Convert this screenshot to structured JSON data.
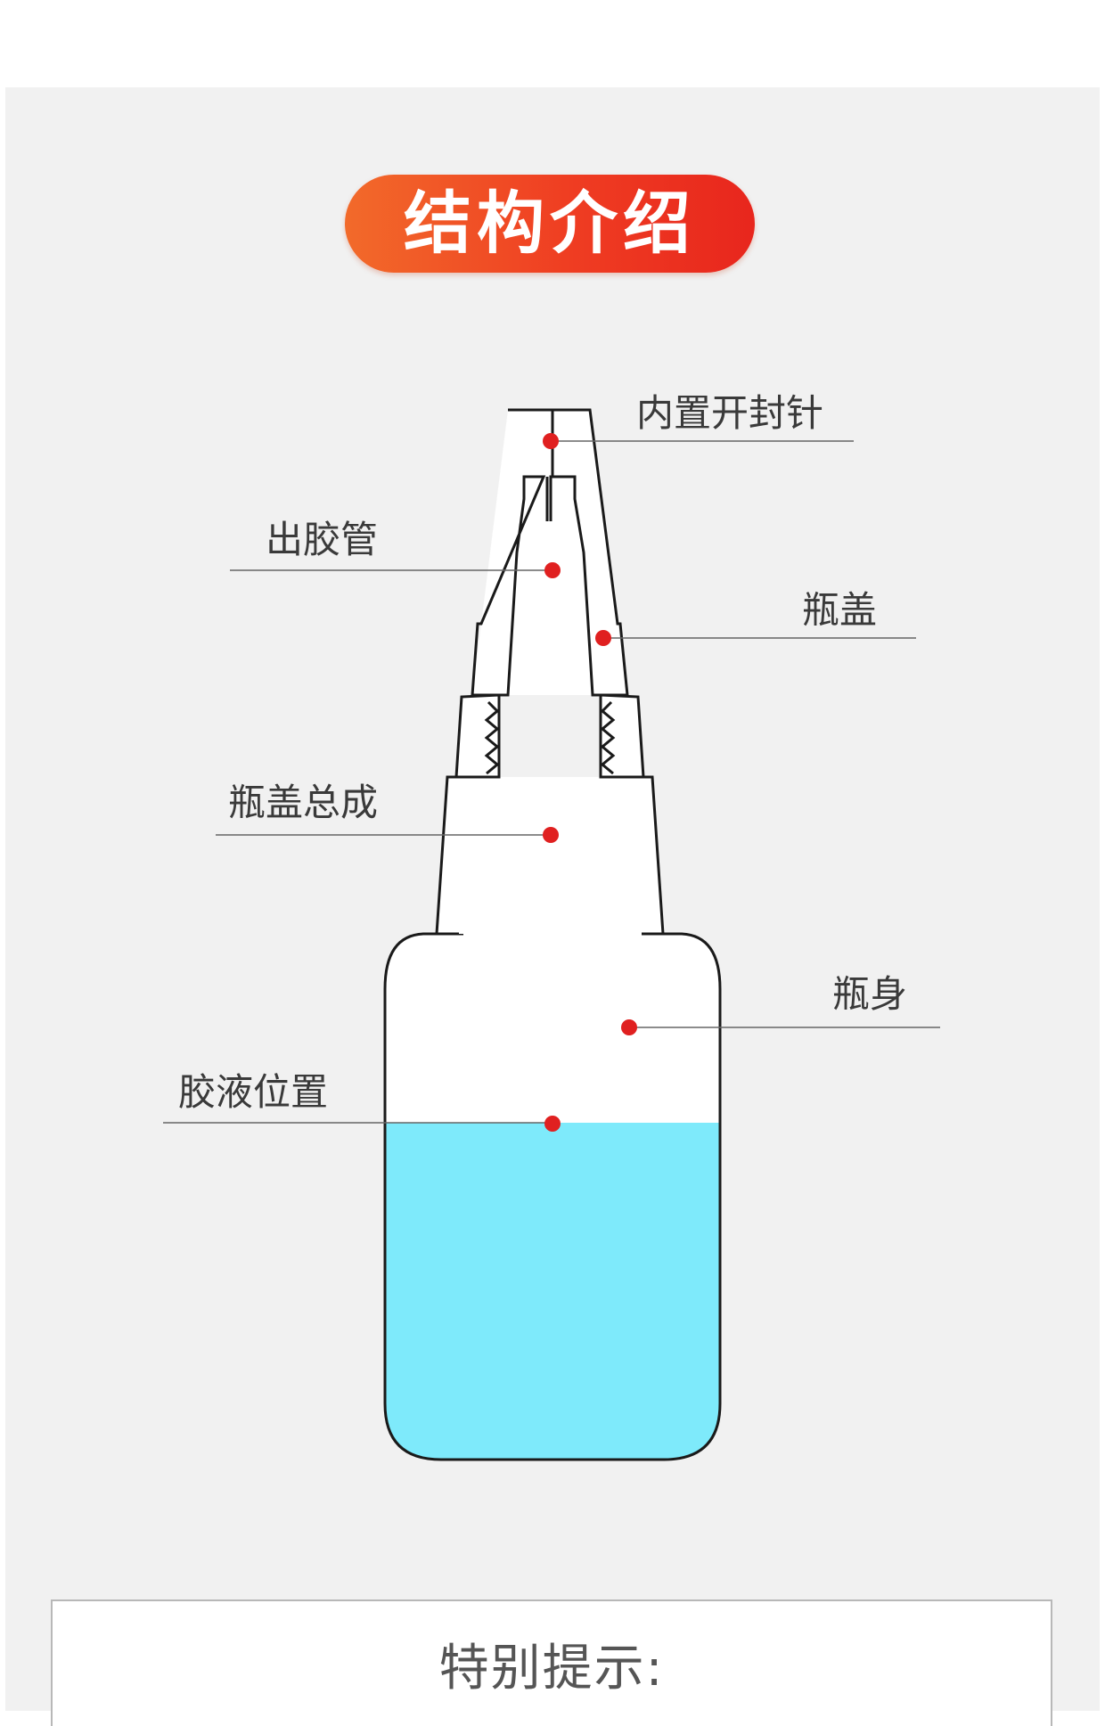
{
  "section_title": "结构介绍",
  "labels": {
    "needle": "内置开封针",
    "tube": "出胶管",
    "cap": "瓶盖",
    "cap_assembly": "瓶盖总成",
    "body": "瓶身",
    "glue_level": "胶液位置"
  },
  "tip": {
    "title": "特别提示:"
  },
  "colors": {
    "title_gradient_start": "#f26a2a",
    "title_gradient_end": "#e8261d",
    "marker": "#e02020",
    "liquid": "#7eeafb",
    "outline": "#1a1a1a",
    "panel_bg": "#f1f1f1"
  }
}
